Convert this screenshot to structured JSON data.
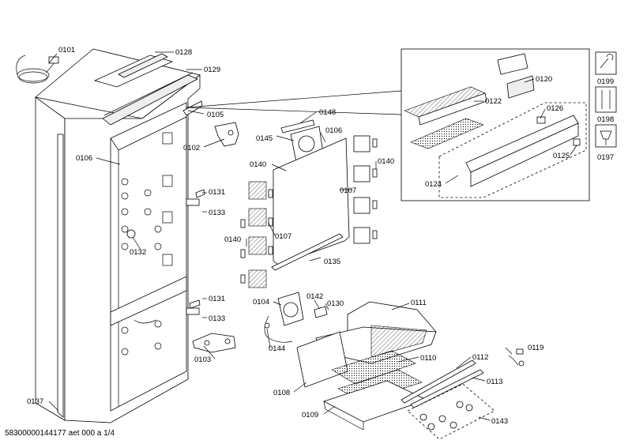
{
  "footer": {
    "document_id": "58300000144177 aet 000 a 1/4"
  },
  "labels": {
    "p0101": "0101",
    "p0128": "0128",
    "p0129": "0129",
    "p0105": "0105",
    "p0102": "0102",
    "p0148": "0148",
    "p0106a": "0106",
    "p0145": "0145",
    "p0106b": "0106",
    "p0140a": "0140",
    "p0140b": "0140",
    "p0140c": "0140",
    "p0107a": "0107",
    "p0107b": "0107",
    "p0131a": "0131",
    "p0133a": "0133",
    "p0132": "0132",
    "p0135": "0135",
    "p0131b": "0131",
    "p0133b": "0133",
    "p0104": "0104",
    "p0142": "0142",
    "p0130": "0130",
    "p0111": "0111",
    "p0144": "0144",
    "p0103": "0103",
    "p0110": "0110",
    "p0112": "0112",
    "p0119": "0119",
    "p0113": "0113",
    "p0108": "0108",
    "p0137": "0137",
    "p0109": "0109",
    "p0143": "0143",
    "p0120": "0120",
    "p0122": "0122",
    "p0126": "0126",
    "p0124": "0124",
    "p0125": "0125"
  },
  "tool_icons": [
    {
      "label": "0199",
      "icon": "wrench-icon"
    },
    {
      "label": "0198",
      "icon": "screws-icon"
    },
    {
      "label": "0197",
      "icon": "grease-icon"
    }
  ]
}
